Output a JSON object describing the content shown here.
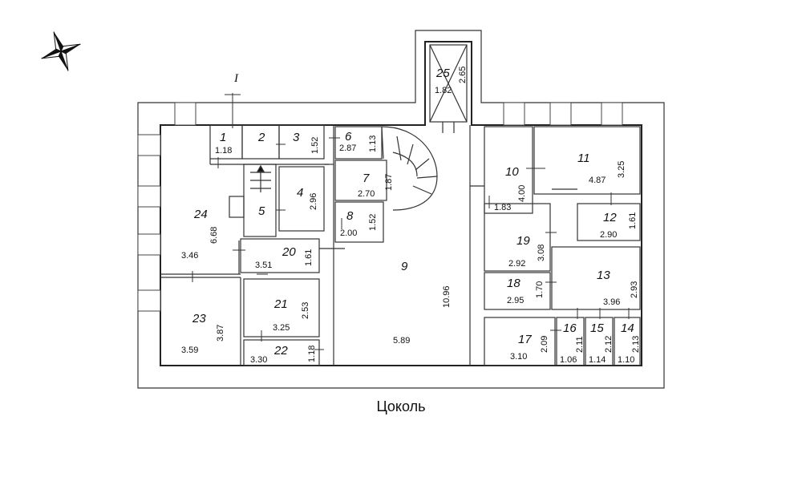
{
  "caption": "Цоколь",
  "axis_label": "I",
  "rooms": [
    {
      "number": "1",
      "dims": [
        "1.18"
      ]
    },
    {
      "number": "2",
      "dims": []
    },
    {
      "number": "3",
      "dims": [
        "1.52"
      ]
    },
    {
      "number": "4",
      "dims": [
        "2.96"
      ]
    },
    {
      "number": "5",
      "dims": []
    },
    {
      "number": "6",
      "dims": [
        "2.87",
        "1.13"
      ]
    },
    {
      "number": "7",
      "dims": [
        "2.70",
        "1.87"
      ]
    },
    {
      "number": "8",
      "dims": [
        "2.00",
        "1.52"
      ]
    },
    {
      "number": "9",
      "dims": [
        "10.96",
        "5.89"
      ]
    },
    {
      "number": "10",
      "dims": [
        "4.00",
        "1.83"
      ]
    },
    {
      "number": "11",
      "dims": [
        "4.87",
        "3.25"
      ]
    },
    {
      "number": "12",
      "dims": [
        "2.90",
        "1.61"
      ]
    },
    {
      "number": "13",
      "dims": [
        "3.96",
        "2.93"
      ]
    },
    {
      "number": "14",
      "dims": [
        "1.10",
        "2.13"
      ]
    },
    {
      "number": "15",
      "dims": [
        "1.14",
        "2.12"
      ]
    },
    {
      "number": "16",
      "dims": [
        "1.06",
        "2.11"
      ]
    },
    {
      "number": "17",
      "dims": [
        "3.10",
        "2.09"
      ]
    },
    {
      "number": "18",
      "dims": [
        "2.95",
        "1.70"
      ]
    },
    {
      "number": "19",
      "dims": [
        "2.92",
        "3.08"
      ]
    },
    {
      "number": "20",
      "dims": [
        "3.51",
        "1.61"
      ]
    },
    {
      "number": "21",
      "dims": [
        "3.25",
        "2.53"
      ]
    },
    {
      "number": "22",
      "dims": [
        "3.30",
        "1.18"
      ]
    },
    {
      "number": "23",
      "dims": [
        "3.59",
        "3.87"
      ]
    },
    {
      "number": "24",
      "dims": [
        "3.46",
        "6.68"
      ]
    },
    {
      "number": "25",
      "dims": [
        "1.82",
        "2.65"
      ]
    }
  ]
}
